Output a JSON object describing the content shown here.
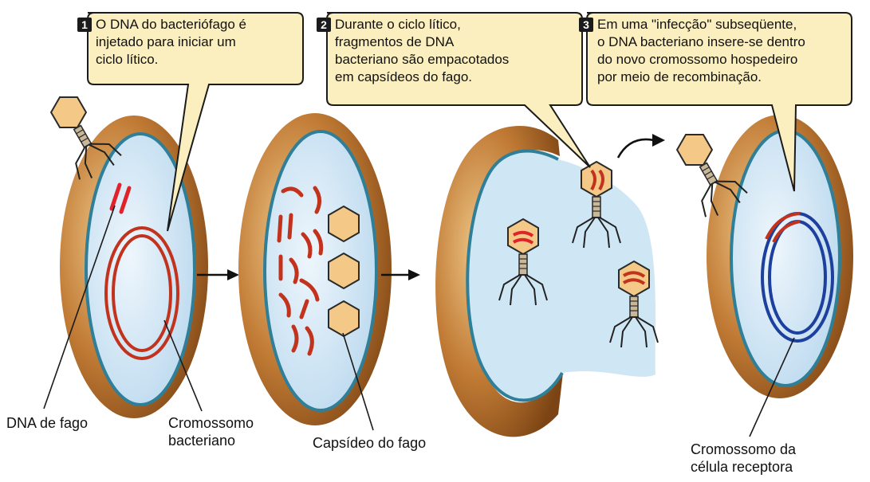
{
  "steps": [
    {
      "number": "1",
      "lines": [
        "O DNA do bacteriófago é",
        "injetado para iniciar um",
        "ciclo lítico."
      ]
    },
    {
      "number": "2",
      "lines": [
        "Durante o ciclo lítico,",
        "fragmentos de DNA",
        "bacteriano são empacotados",
        "em capsídeos do fago."
      ]
    },
    {
      "number": "3",
      "lines": [
        "Em uma \"infecção\" subseqüente,",
        "o DNA bacteriano insere-se dentro",
        "do novo cromossomo hospedeiro",
        "por meio de recombinação."
      ]
    }
  ],
  "labels": {
    "phage_dna": "DNA de fago",
    "bacterial_chromosome": [
      "Cromossomo",
      "bacteriano"
    ],
    "phage_capsid": "Capsídeo do fago",
    "recipient_chromosome": [
      "Cromossomo da",
      "célula receptora"
    ]
  },
  "colors": {
    "cell_wall": "#a9621f",
    "cell_wall_light": "#e2a860",
    "membrane": "#2f7f98",
    "cytoplasm": "#cfe6f5",
    "bacterial_dna": "#c2331d",
    "phage_dna": "#e0222a",
    "recipient_dna": "#1d3f9e",
    "capsid": "#f4c987",
    "callout_fill": "#fbefc0"
  }
}
